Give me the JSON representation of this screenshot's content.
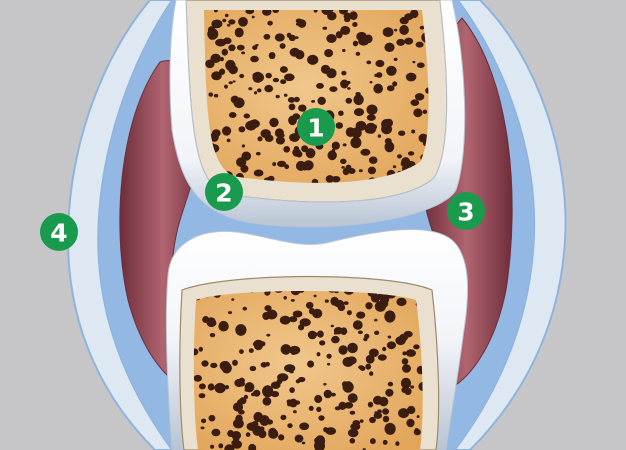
{
  "colors": {
    "background": "#c6c6c8",
    "capsule_outer": "#dde8f3",
    "capsule_edge": "#8fb4dc",
    "synovial_fluid": "#93b8e3",
    "synovial_membrane": "#b06570",
    "synovial_membrane_dark": "#6e2d3a",
    "cartilage": "#f2f4f8",
    "cartilage_shadow": "#b8c4d4",
    "cortical_bone": "#e9e0cf",
    "spongy_bone": "#e2a55a",
    "spongy_bone_light": "#f0c78c",
    "bone_pore": "#3a1c10",
    "marker_fill": "#1a9a4c"
  },
  "markers": [
    {
      "label": "1",
      "target": "bone-marrow"
    },
    {
      "label": "2",
      "target": "articular-cartilage"
    },
    {
      "label": "3",
      "target": "synovial-membrane"
    },
    {
      "label": "4",
      "target": "joint-capsule"
    }
  ]
}
